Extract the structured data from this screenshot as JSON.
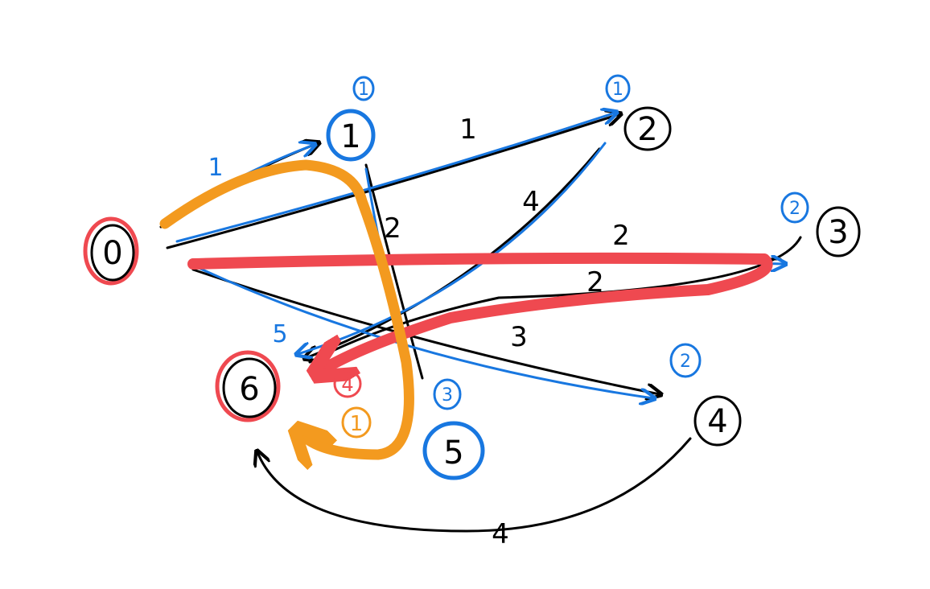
{
  "diagram": {
    "nodes": [
      {
        "id": "0",
        "label": "0",
        "ring": "red"
      },
      {
        "id": "1",
        "label": "1",
        "ring": "blue",
        "distance": "1"
      },
      {
        "id": "2",
        "label": "2",
        "ring": "black",
        "distance": "1"
      },
      {
        "id": "3",
        "label": "3",
        "ring": "black",
        "distance": "2"
      },
      {
        "id": "4",
        "label": "4",
        "ring": "black",
        "distance": "2"
      },
      {
        "id": "5",
        "label": "5",
        "ring": "blue",
        "distance": "3"
      },
      {
        "id": "6",
        "label": "6",
        "ring": "red"
      }
    ],
    "edge_weights": {
      "e01": "1",
      "e02": "1",
      "e03": "2",
      "e04": "3",
      "e15": "2",
      "e2x": "4",
      "e3x": "2",
      "e46": "4",
      "x_blue": "5"
    },
    "annotations": {
      "red_tag": "4",
      "orange_tag": "1"
    },
    "colors": {
      "ink": "#000000",
      "blue": "#1877e0",
      "red": "#ef4950",
      "orange": "#f39a1f"
    }
  }
}
